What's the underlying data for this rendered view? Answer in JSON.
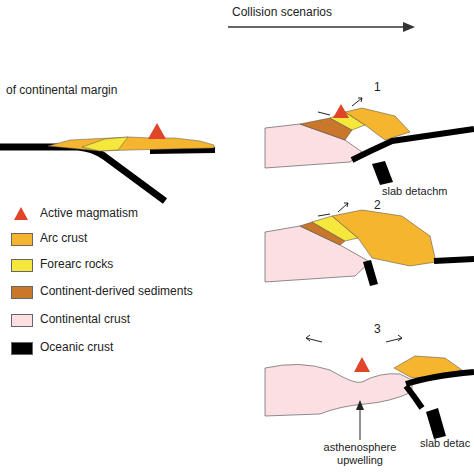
{
  "diagram": {
    "title": "Collision scenarios",
    "labels": [
      "of continental margin",
      "1",
      "slab detachm",
      "2",
      "3",
      "asthenosphere upwelling",
      "slab detac"
    ],
    "legend": [
      {
        "text": "Active magmatism"
      },
      {
        "text": "Arc crust",
        "color": "#f5b52e"
      },
      {
        "text": "Forearc rocks",
        "color": "#f6e73c"
      },
      {
        "text": "Continent-derived sediments",
        "color": "#c9782b"
      },
      {
        "text": "Continental crust",
        "color": "#fbdfe2"
      },
      {
        "text": "Oceanic crust",
        "color": "#000000"
      }
    ]
  }
}
